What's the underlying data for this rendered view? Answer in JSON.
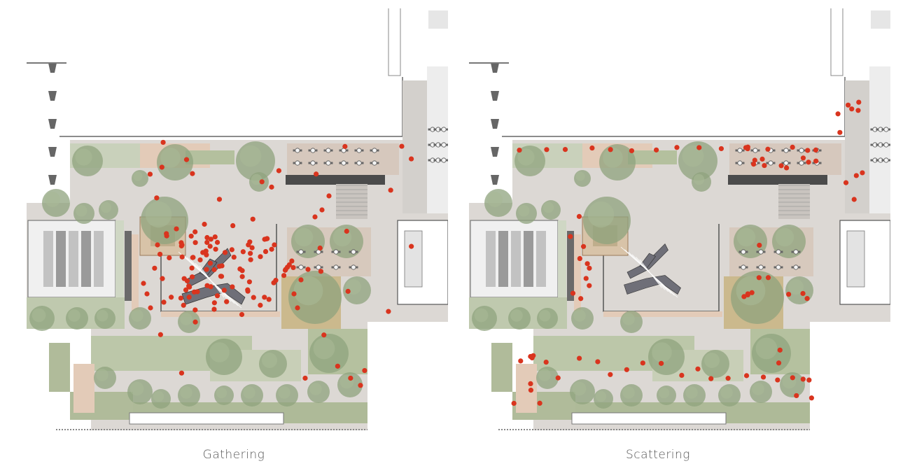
{
  "captions": {
    "left": "Gathering",
    "right": "Scattering"
  },
  "colors": {
    "person_dot": "#d9341e",
    "paving": "#dcd8d4",
    "planting": "#b9c4a6",
    "tree_canopy": "#8fa37e",
    "wall": "#555555",
    "timber": "#e3cbb8"
  },
  "icons": [
    "person-dot",
    "tree-canopy-icon",
    "sculpture-icon",
    "table-chair-icon"
  ]
}
